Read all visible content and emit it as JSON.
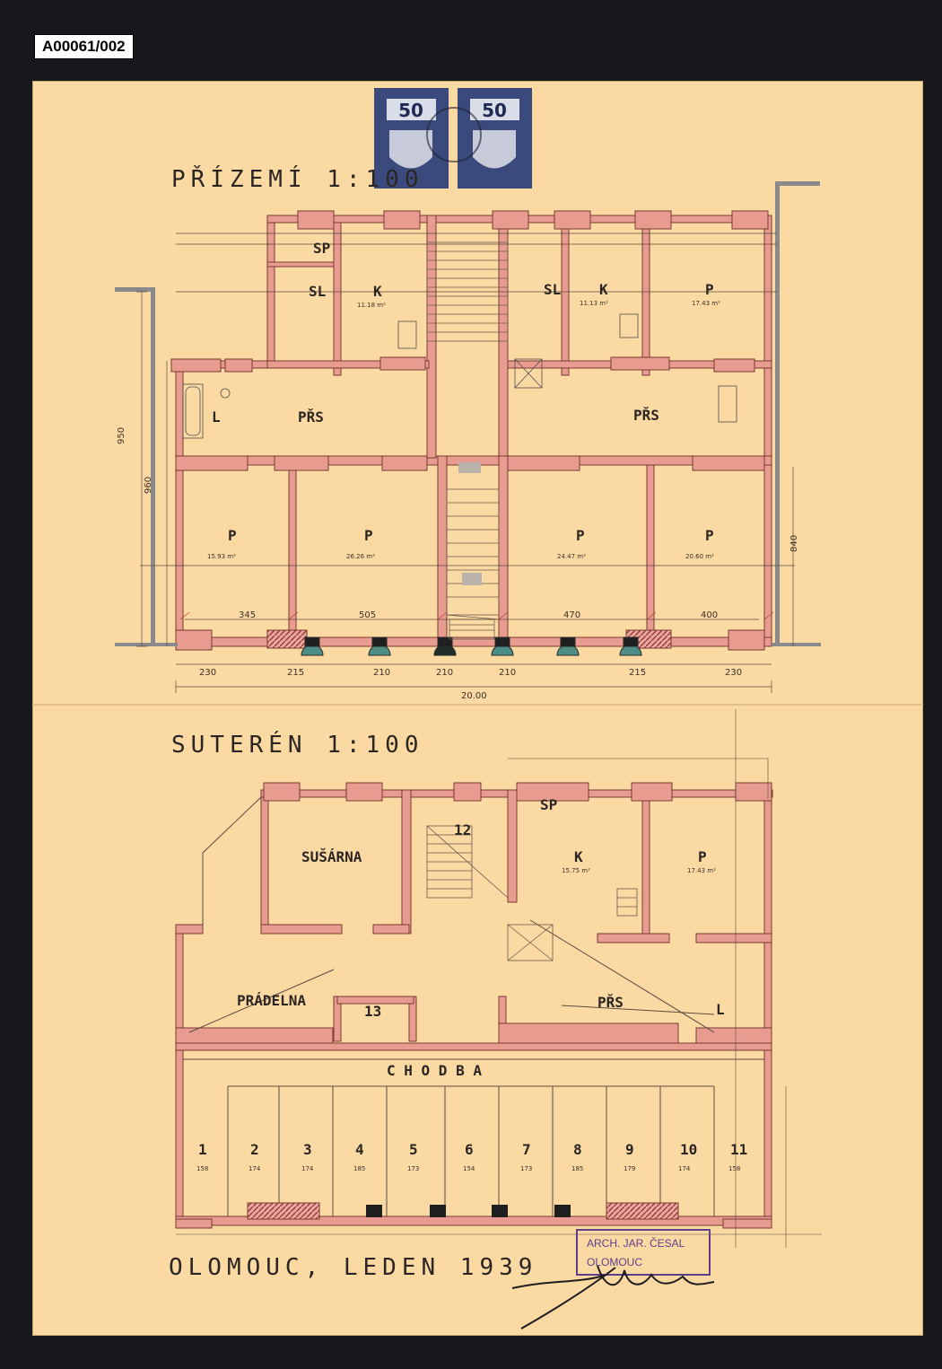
{
  "archive_ref": "A00061/002",
  "stamps": [
    "50",
    "50"
  ],
  "ground_floor": {
    "title": "PŘÍZEMÍ 1:100",
    "rooms": {
      "sp": "SP",
      "sl1": "SL",
      "k1": "K",
      "k1_area": "11.18 m²",
      "sl2": "SL",
      "k2": "K",
      "k2_area": "11.13 m²",
      "p_top": "P",
      "p_top_area": "17.43 m²",
      "l": "L",
      "prs1": "PŘS",
      "prs2": "PŘS",
      "p1": "P",
      "p1_area": "15.93 m²",
      "p2": "P",
      "p2_area": "26.26 m²",
      "p3": "P",
      "p3_area": "24.47 m²",
      "p4": "P",
      "p4_area": "20.60 m²"
    },
    "bottom_dims": [
      "230",
      "215",
      "210",
      "210",
      "210",
      "215",
      "230"
    ],
    "total_width": "20.00",
    "interior_dims": [
      "345",
      "505",
      "470",
      "400"
    ],
    "left_dims": [
      "950",
      "960"
    ],
    "right_dim": "840"
  },
  "basement": {
    "title": "SUTERÉN 1:100",
    "rooms": {
      "susarna": "SUŠÁRNA",
      "sp": "SP",
      "k": "K",
      "k_area": "15.75 m²",
      "p": "P",
      "p_area": "17.43 m²",
      "pradelna": "PRÁDELNA",
      "r13": "13",
      "r12": "12",
      "prs": "PŘS",
      "l": "L",
      "chodba": "C H O D B A"
    },
    "cellars": [
      "1",
      "2",
      "3",
      "4",
      "5",
      "6",
      "7",
      "8",
      "9",
      "10",
      "11"
    ],
    "cellar_dims": [
      "158",
      "174",
      "174",
      "185",
      "173",
      "154",
      "173",
      "185",
      "179",
      "174",
      "158"
    ]
  },
  "footer": "OLOMOUC, LEDEN 1939",
  "architect_stamp": {
    "line1": "ARCH. JAR. ČESAL",
    "line2": "OLOMOUC"
  },
  "signature": "Česal"
}
